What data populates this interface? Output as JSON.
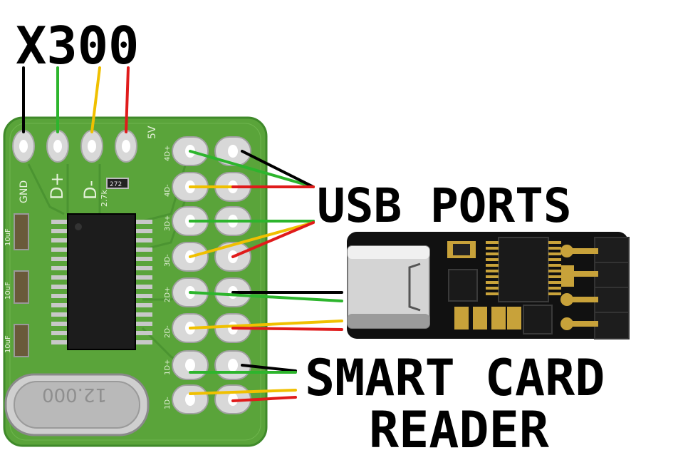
{
  "labels": {
    "chip": "X300",
    "usb_ports": "USB PORTS",
    "smart_card_line1": "SMART CARD",
    "smart_card_line2": "READER"
  },
  "pcb_silkscreen": {
    "top_pins": [
      "GND",
      "D+",
      "D-",
      "5V"
    ],
    "port_pins": [
      "4D+",
      "4D-",
      "3D+",
      "3D-",
      "2D+",
      "2D-",
      "1D+",
      "1D-"
    ],
    "crystal": "12.000",
    "resistor": "2.7k",
    "res_code": "272",
    "caps": [
      "10uF",
      "10uF",
      "10uF"
    ]
  },
  "wire_colors": {
    "gnd": "#000000",
    "data_plus": "#2db52d",
    "data_minus": "#f0c000",
    "vcc": "#e01b1b"
  },
  "colors": {
    "pcb": "#5aa43a",
    "pcb_dark": "#3f8a2a",
    "pad": "#d8d8d8",
    "reader_board": "#111111"
  }
}
